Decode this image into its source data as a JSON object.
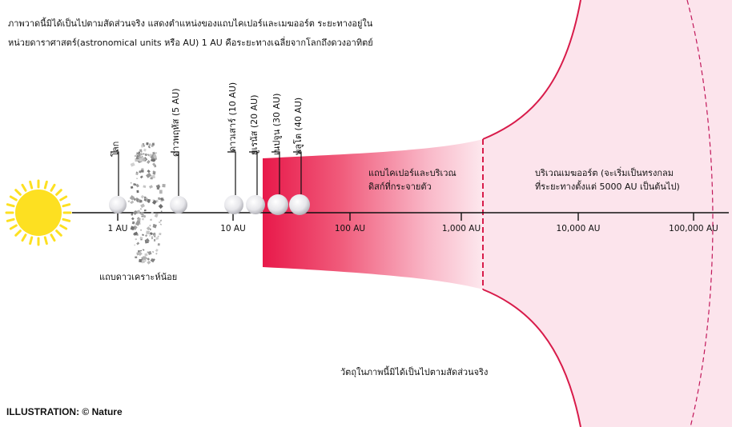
{
  "intro": {
    "line1": "ภาพวาดนี้มิได้เป็นไปตามสัดส่วนจริง แสดงตำแหน่งของแถบไคเปอร์และเมฆออร์ต ระยะทางอยู่ใน",
    "line2": "หน่วยดาราศาสตร์(astronomical units หรือ AU) 1 AU คือระยะทางเฉลี่ยจากโลกถึงดวงอาทิตย์"
  },
  "planets": [
    {
      "label": "โลก"
    },
    {
      "label": "ดาวพฤหัส (5 AU)"
    },
    {
      "label": "ดาวเสาร์ (10 AU)"
    },
    {
      "label": "ยูเรนัส (20 AU)"
    },
    {
      "label": "เนปจูน (30 AU)"
    },
    {
      "label": "พลูโต (40 AU)"
    }
  ],
  "ticks": [
    "1 AU",
    "10 AU",
    "100 AU",
    "1,000 AU",
    "10,000 AU",
    "100,000 AU"
  ],
  "asteroid_belt_label": "แถบดาวเคราะห์น้อย",
  "kuiper_label": {
    "line1": "แถบไคเปอร์และบริเวณ",
    "line2": "ดิสก์ที่กระจายตัว"
  },
  "oort_label": {
    "line1": "บริเวณเมฆออร์ต (จะเริ่มเป็นทรงกลม",
    "line2": "ที่ระยะทางตั้งแต่ 5000 AU เป็นต้นไป)"
  },
  "scale_note": "วัตถุในภาพนี้มิได้เป็นไปตามสัดส่วนจริง",
  "credit": "ILLUSTRATION: © Nature",
  "colors": {
    "kuiper_dark": "#e8194a",
    "oort_fill": "#fce4ec",
    "oort_edge": "#d81b4a",
    "sun": "#fde021",
    "axis": "#111111"
  }
}
